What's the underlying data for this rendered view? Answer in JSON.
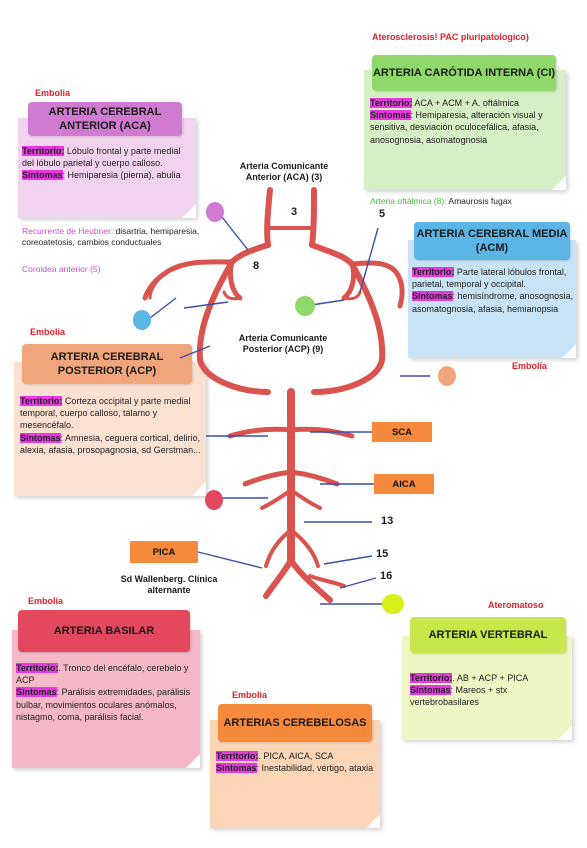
{
  "tags": {
    "aca": "Embolia",
    "ci": "Aterosclerosis! PAC pluripatologico)",
    "acp": "Embolia",
    "acm": "Embolia",
    "basilar": "Embolia",
    "cerebelosas": "Embolia",
    "vertebral": "Ateromatoso"
  },
  "aca": {
    "title": "ARTERIA CEREBRAL ANTERIOR (ACA)",
    "territorio_label": "Territorio:",
    "territorio": " Lóbulo frontal y parte medial del lóbulo parietal y cuerpo calloso.",
    "sintomas_label": "Síntomas",
    "sintomas": ": Hemiparesia (pierna), abulia"
  },
  "ci": {
    "title": "ARTERIA CARÓTIDA INTERNA (CI)",
    "territorio_label": "Territorio:",
    "territorio": " ACA + ACM + A. oftálmica",
    "sintomas_label": "Síntomas",
    "sintomas": ": Hemiparesia, alteración visual y sensitiva, desviación oculocefálica, afasia, anosognosia, asomatognosia"
  },
  "acm": {
    "title": "ARTERIA CEREBRAL MEDIA (ACM)",
    "territorio_label": "Territorio:",
    "territorio": " Parte lateral lóbulos frontal, parietal, temporal y occipital.",
    "sintomas_label": "Síntomas",
    "sintomas": ": hemisíndrome, anosognosia, asomatognosia, afasia, hemianopsia"
  },
  "acp": {
    "title": "ARTERIA CEREBRAL POSTERIOR (ACP)",
    "territorio_label": "Territorio:",
    "territorio": " Corteza occipital y parte medial temporal, cuerpo calloso, tálamo y mesencéfalo.",
    "sintomas_label": "Síntomas",
    "sintomas": ": Amnesia, ceguera cortical, delirio, alexia, afasia, prosopagnosia, sd Gerstman..."
  },
  "basilar": {
    "title": "ARTERIA BASILAR",
    "territorio_label": "Territorio:",
    "territorio": ". Tronco del encéfalo, cerebelo y ACP",
    "sintomas_label": "Síntomas",
    "sintomas": ": Parálisis extremidades, parálisis bulbar, movimientos oculares anómalos, nistagmo, coma, parálisis facial."
  },
  "cerebelosas": {
    "title": "ARTERIAS CEREBELOSAS",
    "territorio_label": "Territorio:",
    "territorio": ". PICA, AICA, SCA",
    "sintomas_label": "Síntomas",
    "sintomas": ": Inestabilidad, vértigo, ataxia"
  },
  "vertebral": {
    "title": "ARTERIA VERTEBRAL",
    "territorio_label": "Territorio:",
    "territorio": ". AB + ACP + PICA",
    "sintomas_label": "Síntomas",
    "sintomas": ": Mareos + stx vertebrobasilares"
  },
  "side_notes": {
    "heubner": "Recurrente de Heubner:",
    "heubner_text": " disartria, hemiparesia, coreoatetosis, cambios conductuales",
    "coroidea": "Coroidea anterior (5)",
    "oftalmica": "Arteria oftálmica (8):",
    "oftalmica_text": " Amaurosis fugax"
  },
  "diagram_labels": {
    "comunicante_anterior": "Arteria Comunicante Anterior (ACA) (3)",
    "comunicante_posterior": "Arteria Comunicante Posterior (ACP) (9)",
    "n3": "3",
    "n5": "5",
    "n8": "8",
    "n13": "13",
    "n15": "15",
    "n16": "16",
    "sca": "SCA",
    "aica": "AICA",
    "pica": "PICA",
    "wallenberg": "Sd Wallenberg. Clínica alternante"
  },
  "colors": {
    "artery": "#d9534f",
    "artery_dark": "#b83a36",
    "aca_header": "#d07ad1",
    "aca_note": "#f1d3ef",
    "ci_header": "#8fd86a",
    "ci_note": "#d5efc6",
    "acm_header": "#5bb5e6",
    "acm_note": "#c7e3f5",
    "acp_header": "#f0a57c",
    "acp_note": "#fbe1d2",
    "basilar_header": "#e4485f",
    "basilar_note": "#f4b8c7",
    "cerebelosas_header": "#f58a3c",
    "cerebelosas_note": "#fcd4b6",
    "vertebral_header": "#c7e84a",
    "vertebral_note": "#eef6c3",
    "highlight": "#e63ae0",
    "tag_red": "#e0202a",
    "green_text": "#4cb847",
    "pink_text": "#c94fc9"
  }
}
